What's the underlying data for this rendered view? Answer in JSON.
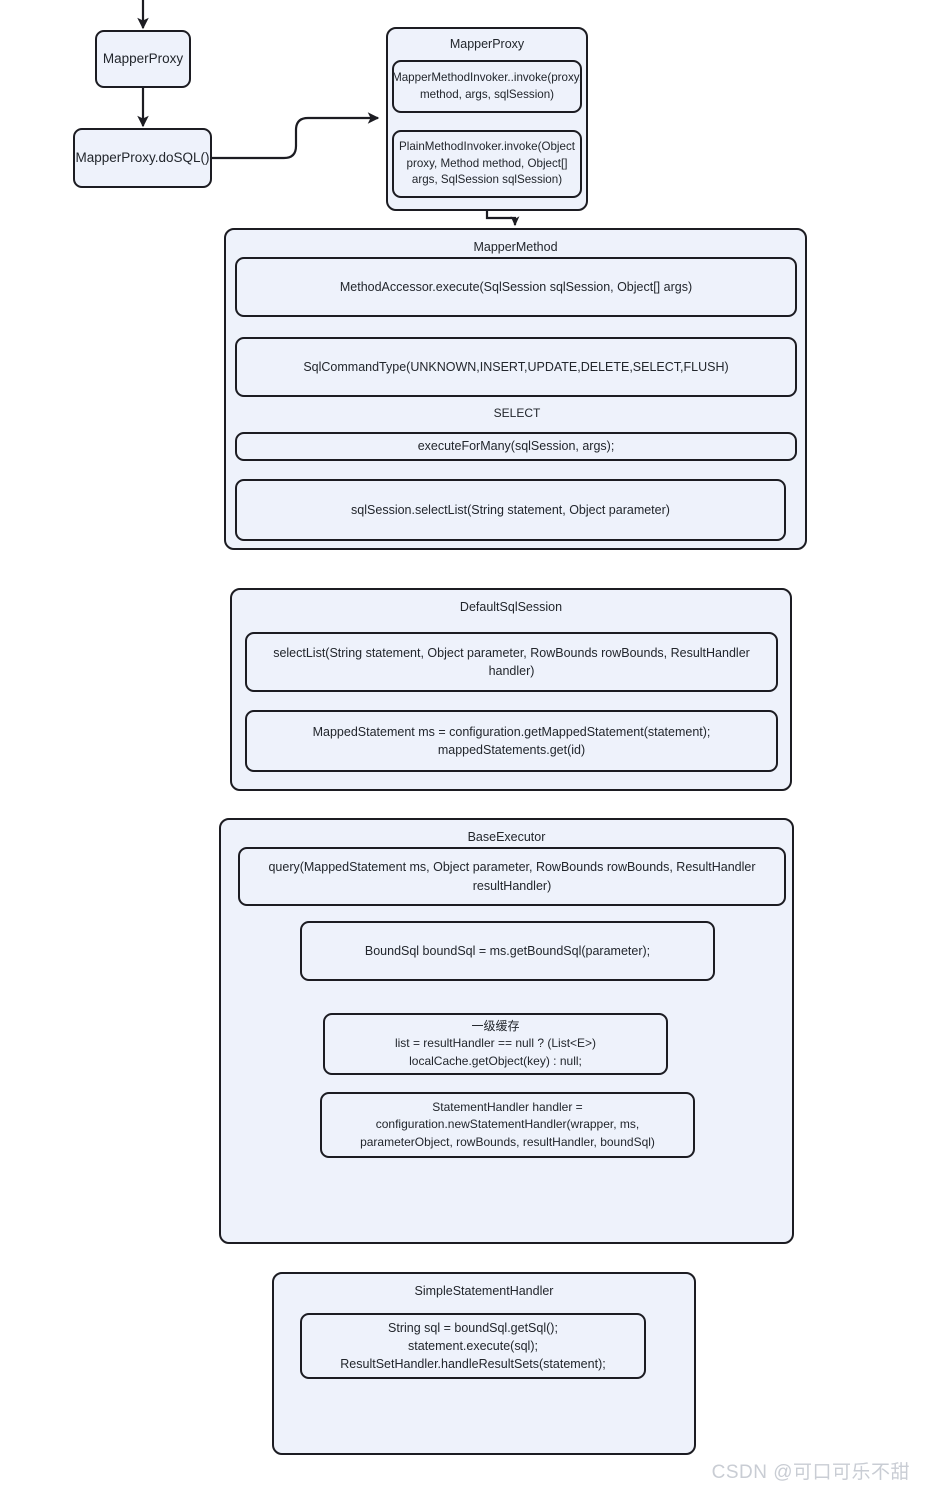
{
  "diagram": {
    "title": "MyBatis SQL execution flow",
    "colors": {
      "node_fill": "#eef2fb",
      "node_stroke": "#1c1c22",
      "text": "#22262c",
      "watermark": "#c9cdd4",
      "background": "#ffffff"
    },
    "watermark": "CSDN @可口可乐不甜"
  },
  "nodes": {
    "mapper_proxy_left": "MapperProxy",
    "mapper_proxy_dosql": "MapperProxy.doSQL()",
    "mapper_proxy_group_title": "MapperProxy",
    "mapper_method_invoker": "MapperMethodInvoker..invoke(proxy, method, args, sqlSession)",
    "plain_method_invoker": "PlainMethodInvoker.invoke(Object proxy, Method method, Object[] args, SqlSession sqlSession)",
    "mapper_method_group_title": "MapperMethod",
    "method_accessor_execute": "MethodAccessor.execute(SqlSession sqlSession, Object[] args)",
    "sql_command_type": "SqlCommandType(UNKNOWN,INSERT,UPDATE,DELETE,SELECT,FLUSH)",
    "select_label": "SELECT",
    "execute_for_many": "executeForMany(sqlSession, args);",
    "sqlsession_selectlist": "sqlSession.selectList(String statement, Object parameter)",
    "default_sqlsession_group_title": "DefaultSqlSession",
    "select_list_full": "selectList(String statement, Object parameter, RowBounds rowBounds, ResultHandler handler)",
    "mapped_statement": "MappedStatement ms = configuration.getMappedStatement(statement);\nmappedStatements.get(id)",
    "base_executor_group_title": "BaseExecutor",
    "query_mapped_statement": "query(MappedStatement ms, Object parameter, RowBounds rowBounds, ResultHandler resultHandler)",
    "bound_sql": "BoundSql boundSql = ms.getBoundSql(parameter);",
    "local_cache": "一级缓存\nlist = resultHandler == null ? (List<E>)\nlocalCache.getObject(key) : null;",
    "statement_handler": "StatementHandler handler =\nconfiguration.newStatementHandler(wrapper, ms,\nparameterObject, rowBounds, resultHandler, boundSql)",
    "simple_statement_handler_group_title": "SimpleStatementHandler",
    "simple_statement_body": "String sql = boundSql.getSql();\nstatement.execute(sql);\nResultSetHandler.handleResultSets(statement);"
  }
}
